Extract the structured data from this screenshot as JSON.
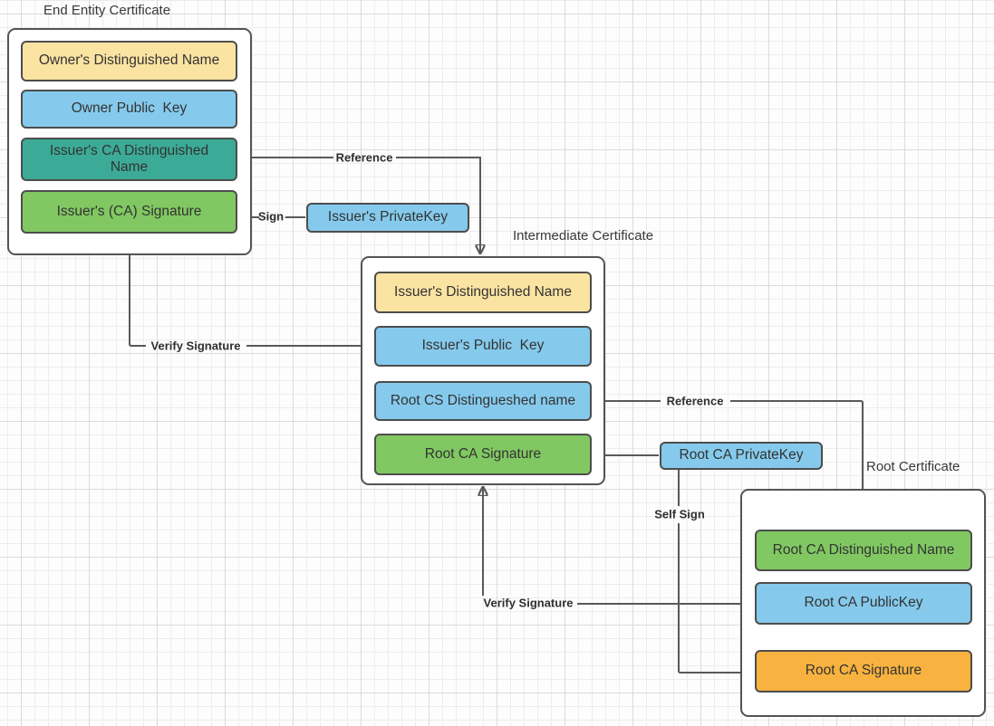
{
  "palette": {
    "yellow": "#FBE3A2",
    "blue": "#85CAEC",
    "teal": "#3BAB97",
    "green": "#81C862",
    "orange": "#F8B23F",
    "line": "#595959",
    "border": "#4D4D4D",
    "text": "#333333"
  },
  "diagram": {
    "end_entity": {
      "title": "End Entity Certificate",
      "items": [
        {
          "label": "Owner's Distinguished Name",
          "color": "#FBE3A2"
        },
        {
          "label": "Owner Public  Key",
          "color": "#85CAEC"
        },
        {
          "label": "Issuer's CA Distinguished\nName",
          "color": "#3BAB97"
        },
        {
          "label": "Issuer's (CA) Signature",
          "color": "#81C862"
        }
      ]
    },
    "intermediate": {
      "title": "Intermediate Certificate",
      "items": [
        {
          "label": "Issuer's Distinguished Name",
          "color": "#FBE3A2"
        },
        {
          "label": "Issuer's Public  Key",
          "color": "#85CAEC"
        },
        {
          "label": "Root CS Distingueshed name",
          "color": "#85CAEC"
        },
        {
          "label": "Root CA Signature",
          "color": "#81C862"
        }
      ]
    },
    "root": {
      "title": "Root Certificate",
      "items": [
        {
          "label": "Root CA Distinguished Name",
          "color": "#81C862"
        },
        {
          "label": "Root CA PublicKey",
          "color": "#85CAEC"
        },
        {
          "label": "Root CA Signature",
          "color": "#F8B23F"
        }
      ]
    },
    "nodes": {
      "issuer_private_key": {
        "label": "Issuer's PrivateKey",
        "color": "#85CAEC"
      },
      "root_ca_private_key": {
        "label": "Root CA PrivateKey",
        "color": "#85CAEC"
      }
    },
    "edges": {
      "reference_1": {
        "label": "Reference"
      },
      "sign": {
        "label": "Sign"
      },
      "verify_signature_1": {
        "label": "Verify Signature"
      },
      "reference_2": {
        "label": "Reference"
      },
      "self_sign": {
        "label": "Self Sign"
      },
      "verify_signature_2": {
        "label": "Verify Signature"
      }
    }
  }
}
